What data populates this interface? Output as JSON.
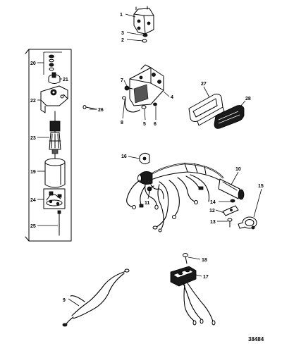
{
  "diagram": {
    "catalog_number": "38484",
    "callouts": [
      "1",
      "2",
      "3",
      "4",
      "5",
      "6",
      "7",
      "8",
      "9",
      "10",
      "11",
      "12",
      "13",
      "14",
      "15",
      "16",
      "17",
      "18",
      "19",
      "20",
      "21",
      "22",
      "23",
      "24",
      "25",
      "26",
      "27",
      "28"
    ]
  }
}
